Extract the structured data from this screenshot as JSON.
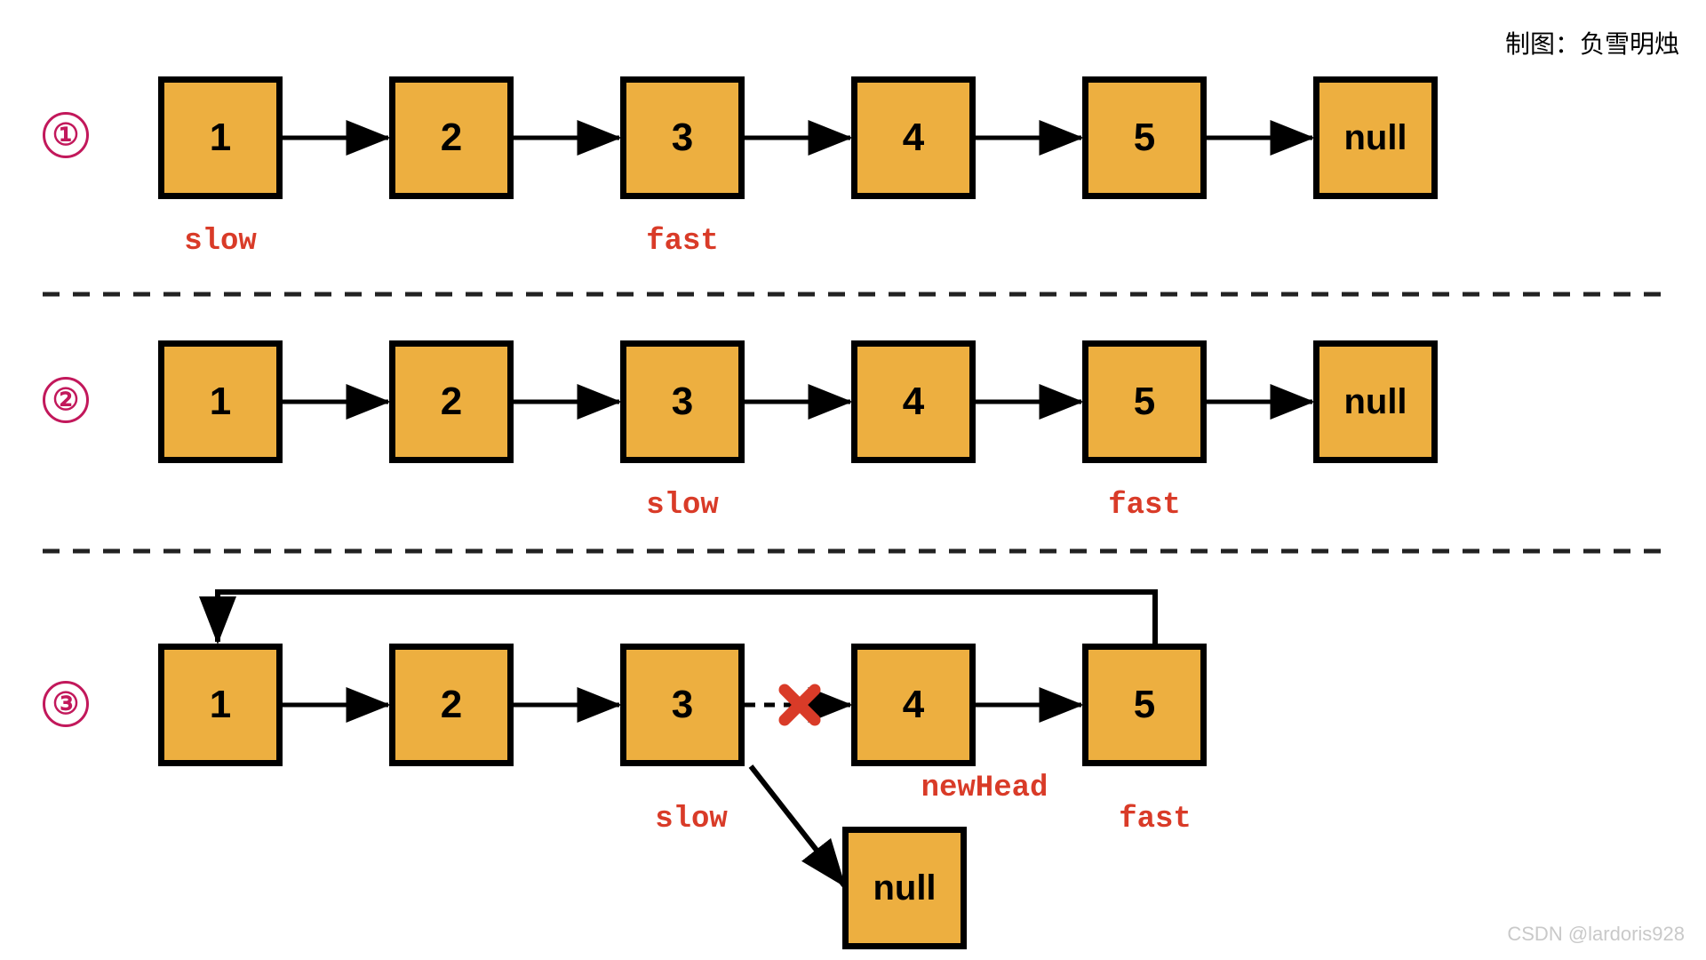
{
  "meta": {
    "credit": "制图：负雪明烛",
    "watermark": "CSDN @lardoris928",
    "colors": {
      "node_fill": "#EDAF40",
      "node_border": "#000000",
      "pointer_label": "#D93B28",
      "step_circle": "#C2185B",
      "cut_mark": "#D93B28",
      "background": "#FFFFFF",
      "watermark": "#C9C9C9"
    }
  },
  "diagram": {
    "type": "linked-list-reorder",
    "steps": [
      {
        "id": "step-1",
        "badge": "①",
        "nodes": [
          {
            "value": "1"
          },
          {
            "value": "2"
          },
          {
            "value": "3"
          },
          {
            "value": "4"
          },
          {
            "value": "5"
          },
          {
            "value": "null"
          }
        ],
        "pointers": [
          {
            "name": "slow",
            "at_node_index": 0
          },
          {
            "name": "fast",
            "at_node_index": 2
          }
        ],
        "links": "1→2→3→4→5→null"
      },
      {
        "id": "step-2",
        "badge": "②",
        "nodes": [
          {
            "value": "1"
          },
          {
            "value": "2"
          },
          {
            "value": "3"
          },
          {
            "value": "4"
          },
          {
            "value": "5"
          },
          {
            "value": "null"
          }
        ],
        "pointers": [
          {
            "name": "slow",
            "at_node_index": 2
          },
          {
            "name": "fast",
            "at_node_index": 4
          }
        ],
        "links": "1→2→3→4→5→null"
      },
      {
        "id": "step-3",
        "badge": "③",
        "nodes": [
          {
            "value": "1"
          },
          {
            "value": "2"
          },
          {
            "value": "3"
          },
          {
            "value": "4"
          },
          {
            "value": "5"
          },
          {
            "value": "null"
          }
        ],
        "pointers": [
          {
            "name": "slow",
            "at_node_index": 2
          },
          {
            "name": "newHead",
            "at_node_index": 3
          },
          {
            "name": "fast",
            "at_node_index": 4
          }
        ],
        "cut": {
          "between": "3-4",
          "mark": "✕"
        },
        "links": "1→2→3→null ; 5→1 (back edge) ; 4→5"
      }
    ]
  }
}
